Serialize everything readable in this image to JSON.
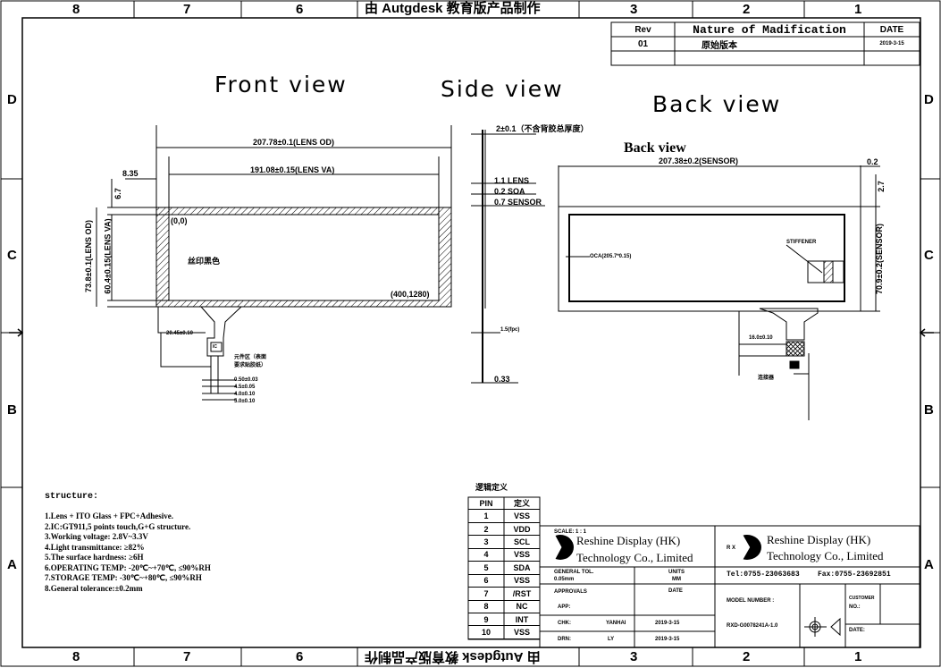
{
  "watermark": "由 Autgdesk 教育版产品制作",
  "zones": {
    "columns": [
      "8",
      "7",
      "6",
      "3",
      "2",
      "1"
    ],
    "rows": [
      "D",
      "C",
      "B",
      "A"
    ]
  },
  "revision": {
    "headers": [
      "Rev",
      "Nature of Madification",
      "DATE"
    ],
    "rows": [
      [
        "01",
        "原始版本",
        "2019-3-15"
      ]
    ]
  },
  "views": {
    "front": "Front view",
    "side": "Side view",
    "back": "Back view",
    "back_small": "Back view"
  },
  "front_dims": {
    "lens_od_w": "207.78±0.1(LENS OD)",
    "lens_va_w": "191.08±0.15(LENS VA)",
    "offset_x": "8.35",
    "offset_y": "6.7",
    "lens_od_h": "73.8±0.1(LENS OD)",
    "lens_va_h": "60.4±0.15(LENS VA)",
    "origin": "(0,0)",
    "corner": "(400,1280)",
    "ink_note": "丝印黑色",
    "component_note": "元件区（表面",
    "component_note2": "要求贴胶纸）",
    "fpc_dim": "20.45±0.10",
    "fpc_dims": [
      "0.50±0.03",
      "4.5±0.05",
      "4.0±0.10",
      "5.0±0.10"
    ],
    "ic_label": "IC"
  },
  "side_dims": {
    "thickness": "2±0.1（不含背胶总厚度）",
    "lens": "1.1 LENS",
    "oca": "0.2 SOA",
    "sensor": "0.7 SENSOR",
    "fpc": "1.5(fpc)",
    "bottom": "0.33"
  },
  "back_dims": {
    "sensor_w": "207.38±0.2(SENSOR)",
    "right_gap": "0.2",
    "top_gap": "2.7",
    "sensor_h": "70.9±0.2(SENSOR)",
    "left_note": "OCA(205.7*0.15)",
    "stiffener_note": "STIFFENER",
    "fpc_w": "16.0±0.10",
    "connector": "连接器"
  },
  "structure": {
    "title": "structure:",
    "items": [
      "1.Lens + ITO Glass  + FPC+Adhesive.",
      "2.IC:GT911,5 points touch,G+G structure.",
      "3.Working voltage: 2.8V~3.3V",
      "4.Light transmittance: ≥82%",
      "5.The surface hardness: ≥6H",
      "6.OPERATING TEMP: -20℃~+70℃, ≤90%RH",
      "7.STORAGE TEMP: -30℃~+80℃, ≤90%RH",
      "8.General tolerance:±0.2mm"
    ]
  },
  "pins": {
    "title": "逻辑定义",
    "headers": [
      "PIN",
      "定义"
    ],
    "rows": [
      [
        "1",
        "VSS"
      ],
      [
        "2",
        "VDD"
      ],
      [
        "3",
        "SCL"
      ],
      [
        "4",
        "VSS"
      ],
      [
        "5",
        "SDA"
      ],
      [
        "6",
        "VSS"
      ],
      [
        "7",
        "/RST"
      ],
      [
        "8",
        "NC"
      ],
      [
        "9",
        "INT"
      ],
      [
        "10",
        "VSS"
      ]
    ]
  },
  "title_block": {
    "scale": "SCALE: 1 : 1",
    "company1": "Reshine Display (HK)",
    "company2": "Technology Co., Limited",
    "logo_text": "R X",
    "general_tol": "GENERAL TOL.",
    "general_tol_val": "0.05mm",
    "units": "UNITS",
    "units_val": "MM",
    "approvals": "APPROVALS",
    "date": "DATE",
    "app": "APP:",
    "chk": "CHK:",
    "chk_name": "YANHAI",
    "chk_date": "2019-3-15",
    "drn": "DRN:",
    "drn_name": "LY",
    "drn_date": "2019-3-15",
    "tel": "Tel:0755-23063683",
    "fax": "Fax:0755-23692851",
    "model_label": "MODEL NUMBER :",
    "model": "RXD-G0078241A-1.0",
    "customer": "CUSTOMER",
    "no": "NO.:",
    "date2": "DATE:"
  }
}
